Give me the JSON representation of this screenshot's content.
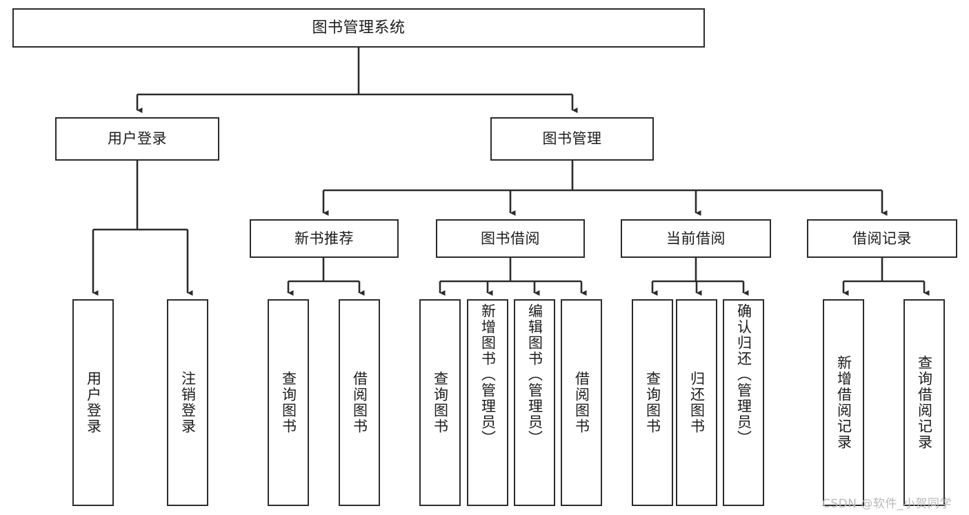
{
  "diagram": {
    "title": "图书管理系统",
    "root": {
      "label": "图书管理系统"
    },
    "level2": [
      {
        "label": "用户登录"
      },
      {
        "label": "图书管理"
      }
    ],
    "level3": [
      {
        "label": "新书推荐"
      },
      {
        "label": "图书借阅"
      },
      {
        "label": "当前借阅"
      },
      {
        "label": "借阅记录"
      }
    ],
    "leaves": {
      "user_login": [
        {
          "label": "用户登录"
        },
        {
          "label": "注销登录"
        }
      ],
      "new_book": [
        {
          "label": "查询图书"
        },
        {
          "label": "借阅图书"
        }
      ],
      "book_borrow": [
        {
          "label": "查询图书"
        },
        {
          "label": "新增图书（管理员）"
        },
        {
          "label": "编辑图书（管理员）"
        },
        {
          "label": "借阅图书"
        }
      ],
      "current_borrow": [
        {
          "label": "查询图书"
        },
        {
          "label": "归还图书"
        },
        {
          "label": "确认归还（管理员）"
        }
      ],
      "borrow_record": [
        {
          "label": "新增借阅记录"
        },
        {
          "label": "查询借阅记录"
        }
      ]
    }
  },
  "watermark": {
    "text": "CSDN @软件_小贺同学"
  },
  "colors": {
    "stroke": "#2b2b2b",
    "fill": "#ffffff",
    "text": "#1c1c1c",
    "watermark": "#b9b9b9"
  }
}
